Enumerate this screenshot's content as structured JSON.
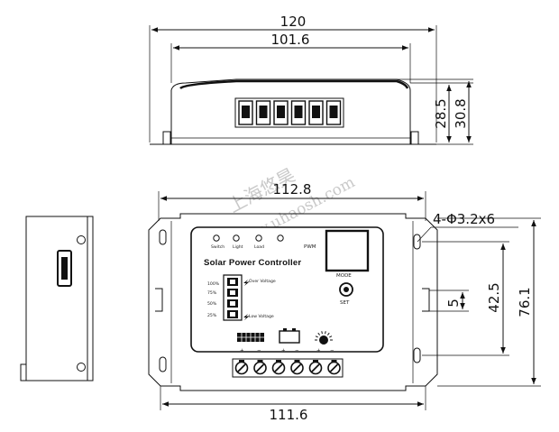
{
  "dimensions": {
    "top_outer_width": "120",
    "top_inner_width": "101.6",
    "top_inner_height": "28.5",
    "top_outer_height": "30.8",
    "front_upper_width": "112.8",
    "front_lower_width": "111.6",
    "holes": "4-Φ3.2x6",
    "slot": "5",
    "hole_spacing_v": "42.5",
    "front_height": "76.1"
  },
  "panel": {
    "title": "Solar Power Controller",
    "led_labels": [
      "Switch",
      "Light",
      "Load"
    ],
    "pwm": "PWM",
    "mode_label": "MODE",
    "set_label": "SET",
    "percent_labels": [
      "100%",
      "75%",
      "50%",
      "25%"
    ],
    "over_voltage": "Over Voltage",
    "low_voltage": "Low Voltage"
  },
  "watermark": {
    "line1": "上海悠昊",
    "line2": "www.uhaosh.com"
  }
}
